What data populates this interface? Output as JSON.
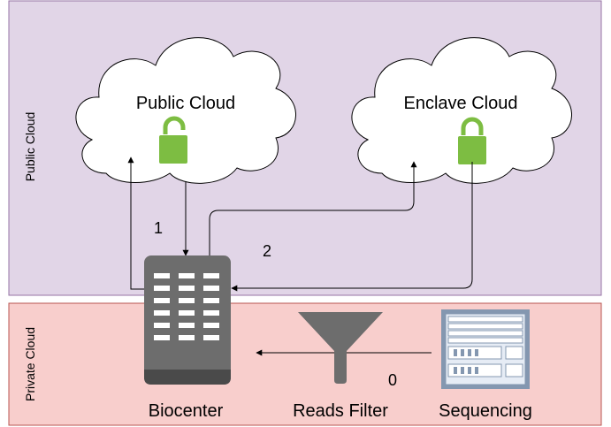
{
  "zones": {
    "public": {
      "label": "Public Cloud",
      "fill": "#e1d5e7",
      "stroke": "#9673a6"
    },
    "private": {
      "label": "Private Cloud",
      "fill": "#f8cecc",
      "stroke": "#b85450"
    }
  },
  "nodes": {
    "public_cloud": {
      "label": "Public Cloud",
      "icon": "lock-icon",
      "icon_color": "#7dbd42"
    },
    "enclave_cloud": {
      "label": "Enclave Cloud",
      "icon": "lock-icon",
      "icon_color": "#7dbd42"
    },
    "biocenter": {
      "label": "Biocenter",
      "icon": "server-building-icon",
      "icon_color": "#6d6d6d"
    },
    "reads_filter": {
      "label": "Reads Filter",
      "icon": "funnel-icon",
      "icon_color": "#6d6d6d"
    },
    "sequencing": {
      "label": "Sequencing",
      "icon": "sequencer-rack-icon",
      "icon_color": "#8497b0"
    }
  },
  "edges": {
    "step_0": {
      "label": "0",
      "from": "sequencing",
      "to": "biocenter"
    },
    "step_1": {
      "label": "1",
      "between": [
        "biocenter",
        "public_cloud"
      ]
    },
    "step_2": {
      "label": "2",
      "between": [
        "biocenter",
        "enclave_cloud"
      ]
    }
  }
}
